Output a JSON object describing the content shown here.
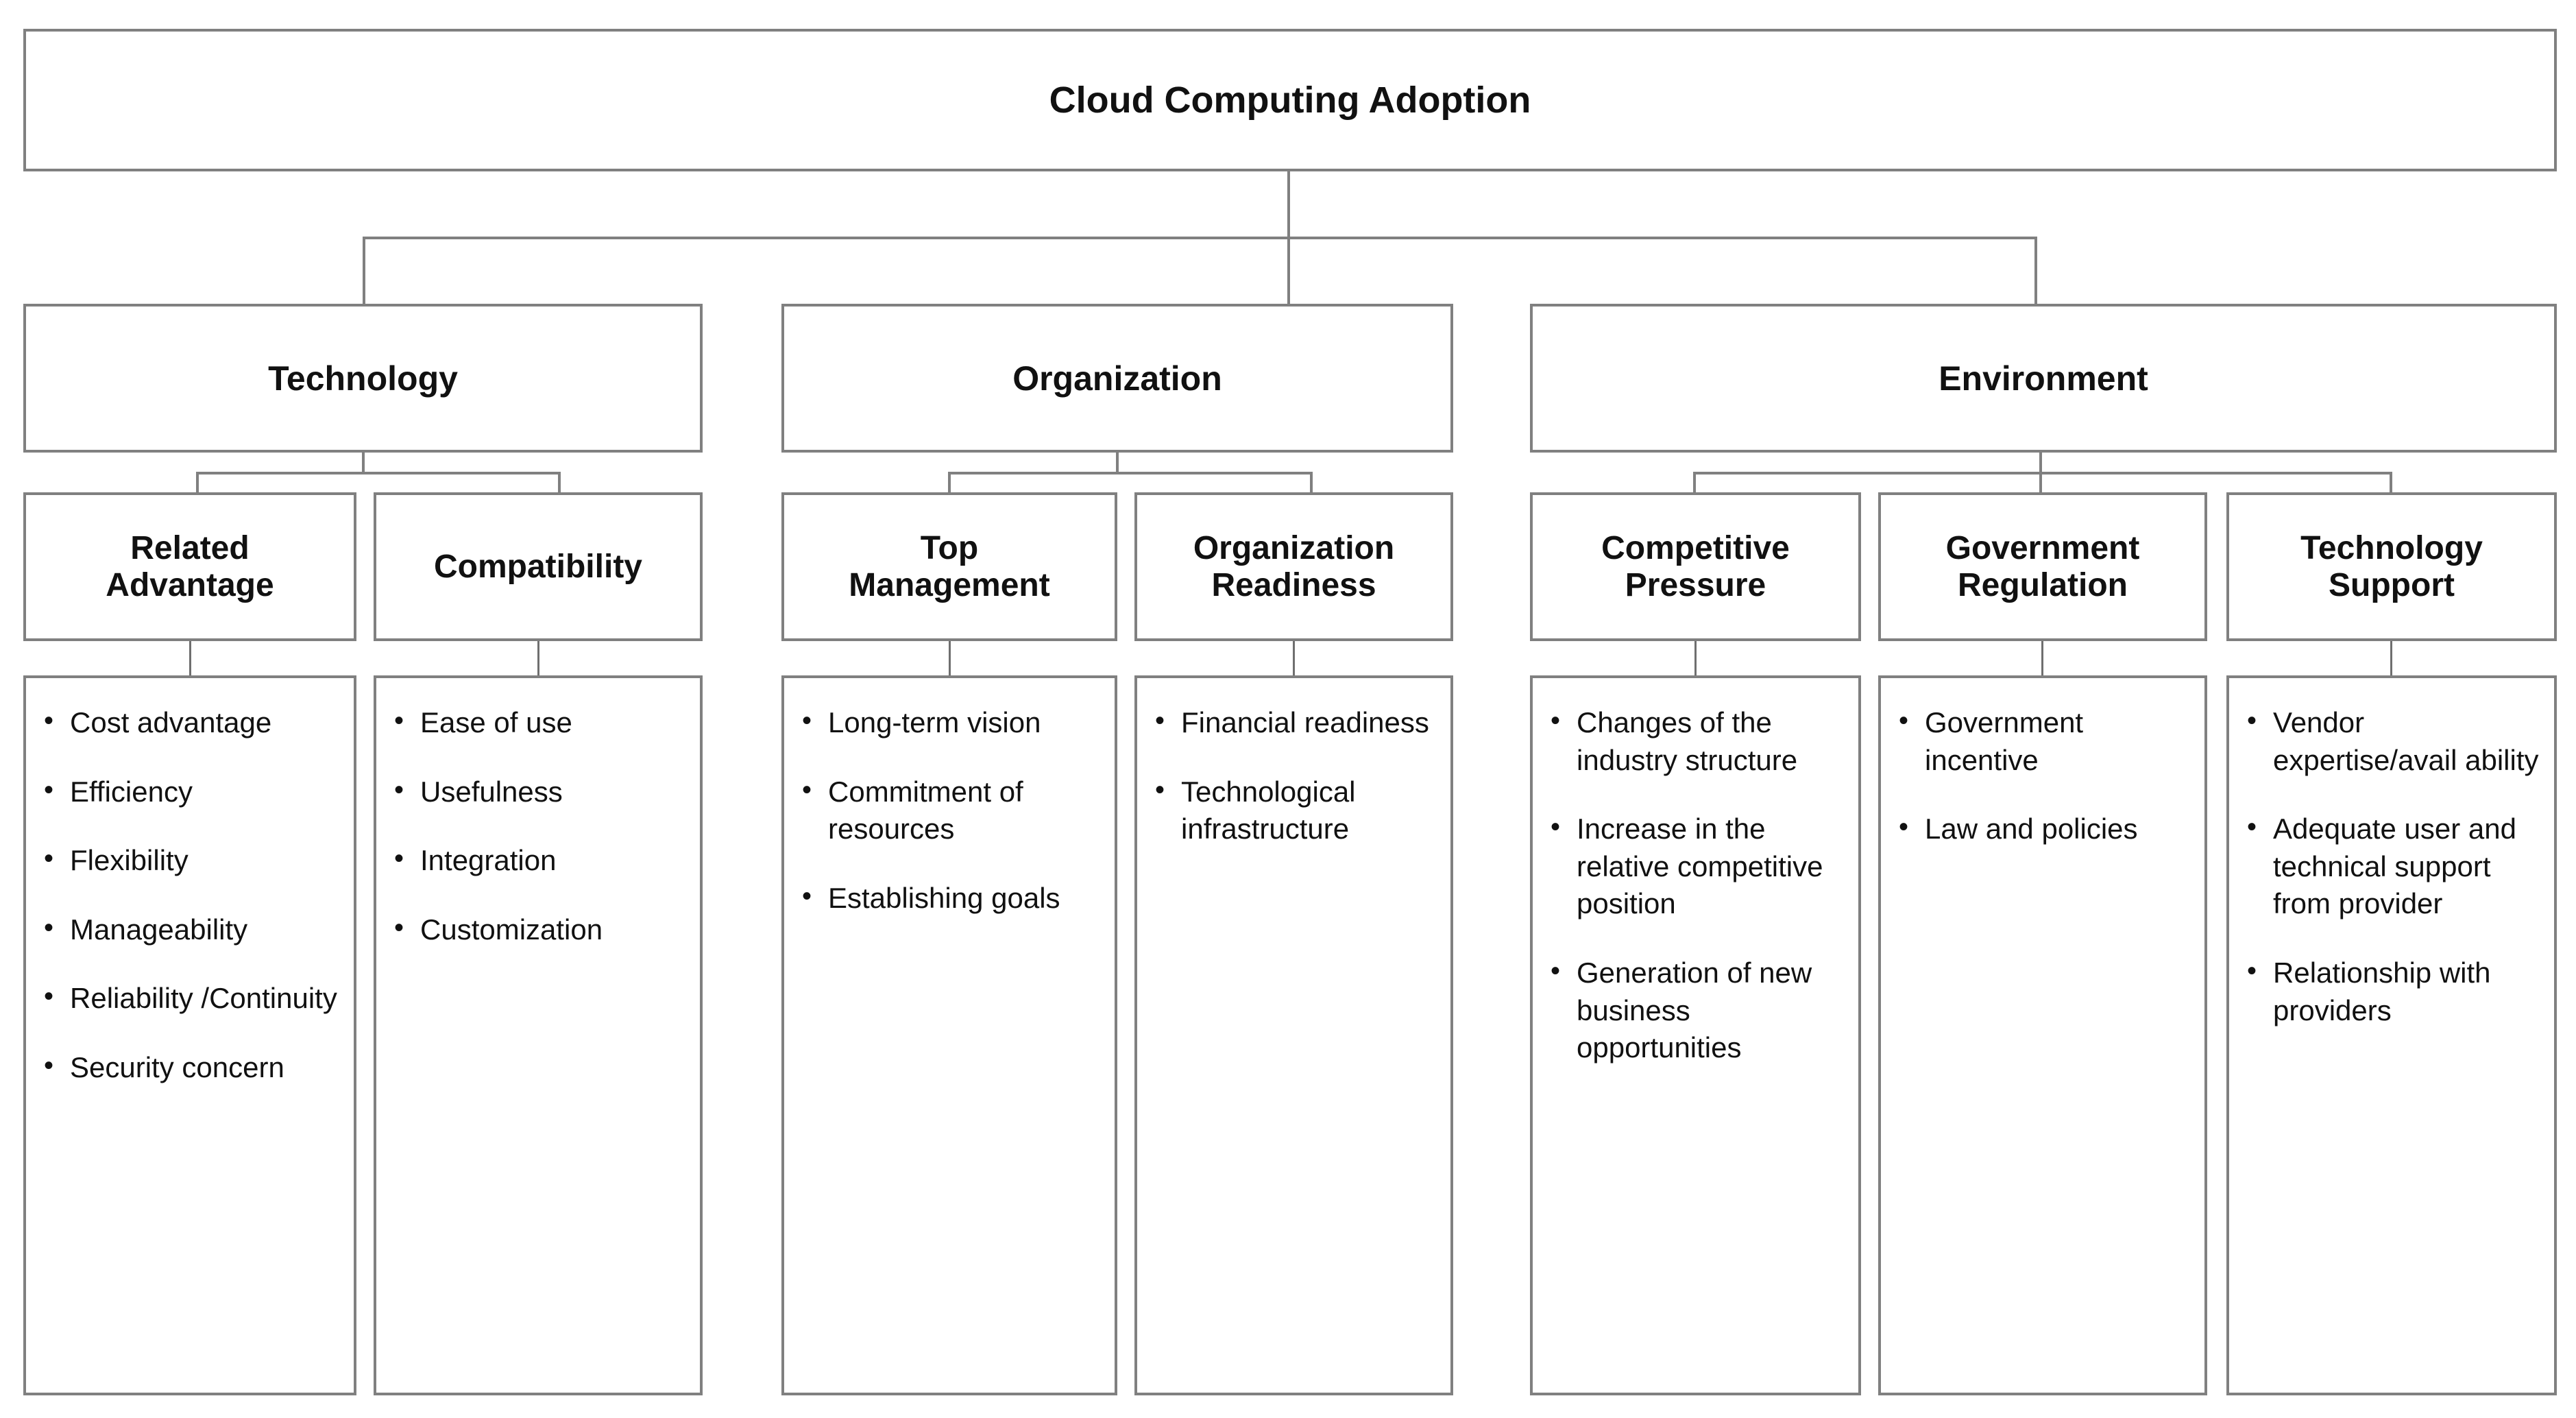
{
  "diagram": {
    "title": "Cloud Computing Adoption",
    "type": "hierarchy-tree",
    "root": {
      "label": "Cloud Computing Adoption"
    },
    "dimensions": {
      "levels": 3
    },
    "branches": [
      {
        "label": "Technology",
        "factors": [
          {
            "label": "Related\nAdvantage",
            "items": [
              "Cost advantage",
              "Efficiency",
              "Flexibility",
              "Manageability",
              "Reliability /Continuity",
              "Security concern"
            ]
          },
          {
            "label": "Compatibility",
            "items": [
              "Ease of use",
              "Usefulness",
              "Integration",
              "Customization"
            ]
          }
        ]
      },
      {
        "label": "Organization",
        "factors": [
          {
            "label": "Top\nManagement",
            "items": [
              "Long-term vision",
              "Commitment of resources",
              "Establishing goals"
            ]
          },
          {
            "label": "Organization\nReadiness",
            "items": [
              "Financial readiness",
              "Technological infrastructure"
            ]
          }
        ]
      },
      {
        "label": "Environment",
        "factors": [
          {
            "label": "Competitive\nPressure",
            "items": [
              "Changes of the industry structure",
              "Increase in the relative competitive position",
              "Generation of new business opportunities"
            ]
          },
          {
            "label": "Government\nRegulation",
            "items": [
              "Government incentive",
              "Law and policies"
            ]
          },
          {
            "label": "Technology\nSupport",
            "items": [
              "Vendor expertise/avail ability",
              "Adequate user and technical support from provider",
              "Relationship with providers"
            ]
          }
        ]
      }
    ],
    "style": {
      "border_color": "#808080",
      "text_color": "#111111",
      "background": "#ffffff",
      "bullet_glyph": "•"
    }
  }
}
